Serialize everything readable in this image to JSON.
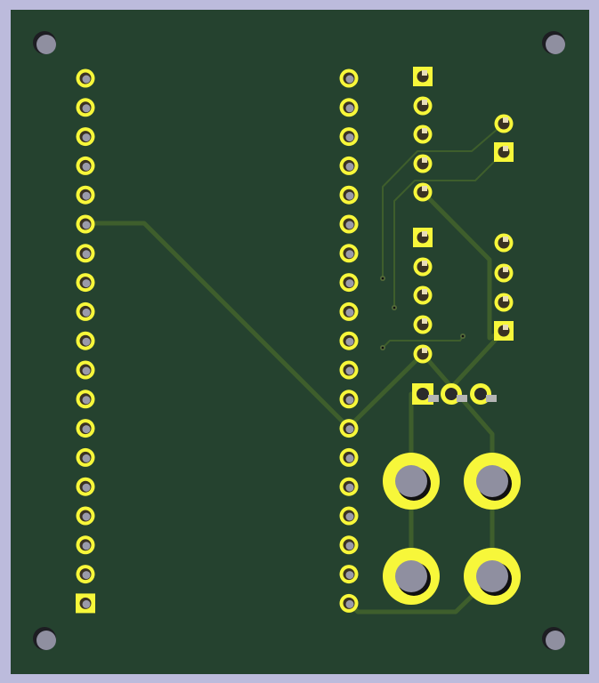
{
  "board": {
    "substrate_color": "#25422f",
    "copper_color": "#3b5a2c",
    "pad_color": "#f7f73a",
    "hole_color": "#8f8fa0",
    "frame_color": "#b9b8da"
  },
  "components": {
    "left_header_pins": 19,
    "middle_header_pins": 19,
    "right_header_a_pins": 5,
    "right_header_b_pins": 5,
    "connector_c_pins": 2,
    "connector_d_pins": 4,
    "transistor_pins": 3,
    "large_terminal_pads": 4,
    "mounting_holes": 4
  }
}
